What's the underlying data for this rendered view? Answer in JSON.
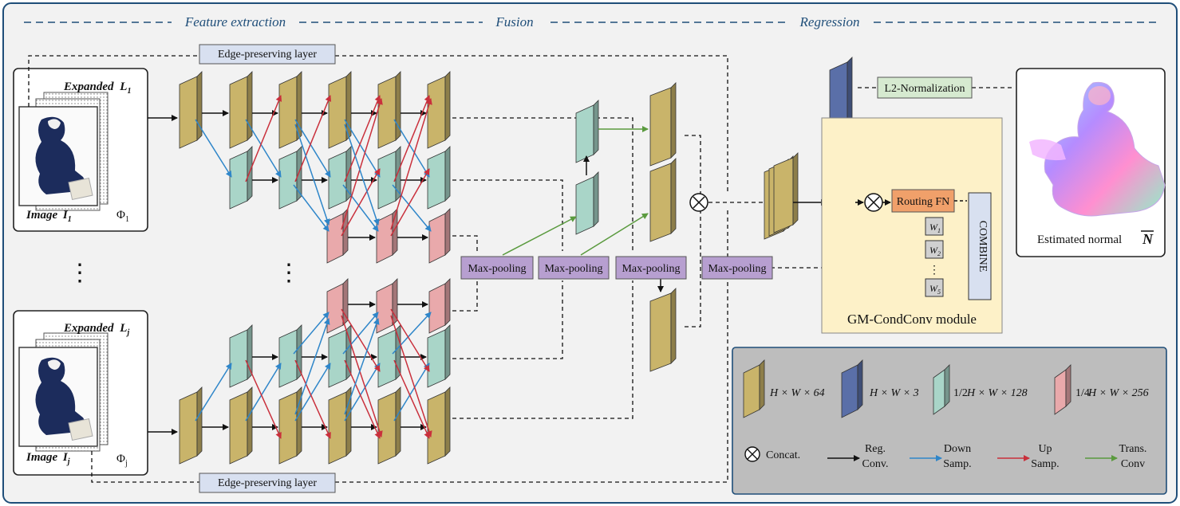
{
  "headers": {
    "feature": "Feature extraction",
    "fusion": "Fusion",
    "regression": "Regression"
  },
  "inputs": {
    "top": {
      "expanded_word": "Expanded",
      "expanded_sym": "L",
      "expanded_sub": "1",
      "image_word": "Image",
      "image_sym": "I",
      "image_sub": "1",
      "phi": "Φ",
      "phi_sub": "1"
    },
    "bottom": {
      "expanded_word": "Expanded",
      "expanded_sym": "L",
      "expanded_sub": "j",
      "image_word": "Image",
      "image_sym": "I",
      "image_sub": "j",
      "phi": "Φ",
      "phi_sub": "j"
    }
  },
  "ellipsis": "⋮",
  "edge_layer": "Edge-preserving layer",
  "maxpool": "Max-pooling",
  "l2norm": "L2-Normalization",
  "routing": "Routing FN",
  "combine": "COMBINE",
  "weights": {
    "w1": "1",
    "w2": "2",
    "w5": "5",
    "letter": "W",
    "dots": "⋮"
  },
  "module_label": "GM-CondConv module",
  "output_label": "Estimated normal",
  "output_symbol": "N",
  "legend": {
    "shape1": "H × W × 64",
    "shape2": "H × W × 3",
    "shape3_frac": "1/2",
    "shape3": "H × W × 128",
    "shape4_frac": "1/4",
    "shape4": "H × W × 256",
    "concat": "Concat.",
    "reg1": "Reg.",
    "reg2": "Conv.",
    "down1": "Down",
    "down2": "Samp.",
    "up1": "Up",
    "up2": "Samp.",
    "trans1": "Trans.",
    "trans2": "Conv"
  },
  "colors": {
    "yellow": "#c9b46a",
    "blue": "#5a6fa8",
    "teal": "#a9d5c8",
    "pink": "#e9a9ab",
    "arrow_down": "#2f86c9",
    "arrow_up": "#c9303c",
    "arrow_trans": "#5a9a3e",
    "header": "#1f4e79",
    "purple": "#b79fd0",
    "edge_box": "#d8e0f0",
    "l2_box": "#d6ead0",
    "routing": "#f0a06a",
    "module_bg": "#fdf1c8",
    "legend_bg": "#bdbdbd"
  }
}
